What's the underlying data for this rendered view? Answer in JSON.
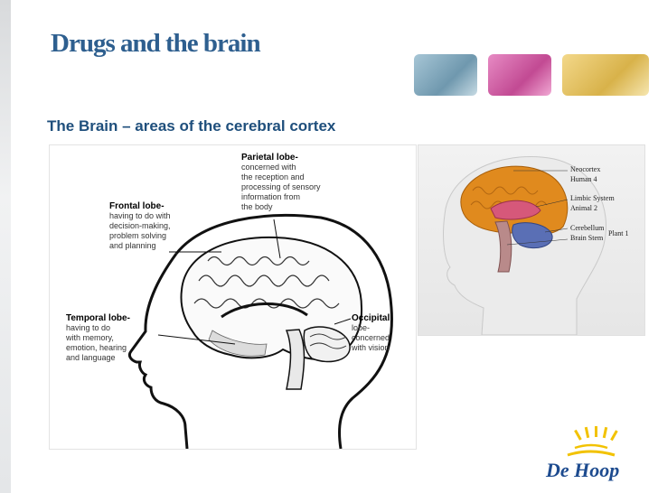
{
  "slide": {
    "title": "Drugs and the brain",
    "subtitle": "The Brain – areas of the cerebral cortex"
  },
  "diagram": {
    "parietal": {
      "title": "Parietal lobe-",
      "lines": [
        "concerned with",
        "the reception and",
        "processing of sensory",
        "information from",
        "the body"
      ]
    },
    "frontal": {
      "title": "Frontal lobe-",
      "lines": [
        "having to do with",
        "decision-making,",
        "problem solving",
        "and planning"
      ]
    },
    "temporal": {
      "title": "Temporal lobe-",
      "lines": [
        "having to do",
        "with memory,",
        "emotion, hearing",
        "and language"
      ]
    },
    "occipital": {
      "title": "Occipital",
      "lines": [
        "lobe-",
        "concerned",
        "with vision"
      ]
    }
  },
  "photo": {
    "labels": {
      "neocortex": "Neocortex",
      "human": "Human  4",
      "limbic": "Limbic System",
      "animal": "Animal   2",
      "cerebellum": "Cerebellum",
      "brainstem": "Brain Stem",
      "plant": "Plant 1"
    }
  },
  "logo": {
    "text": "De Hoop"
  }
}
